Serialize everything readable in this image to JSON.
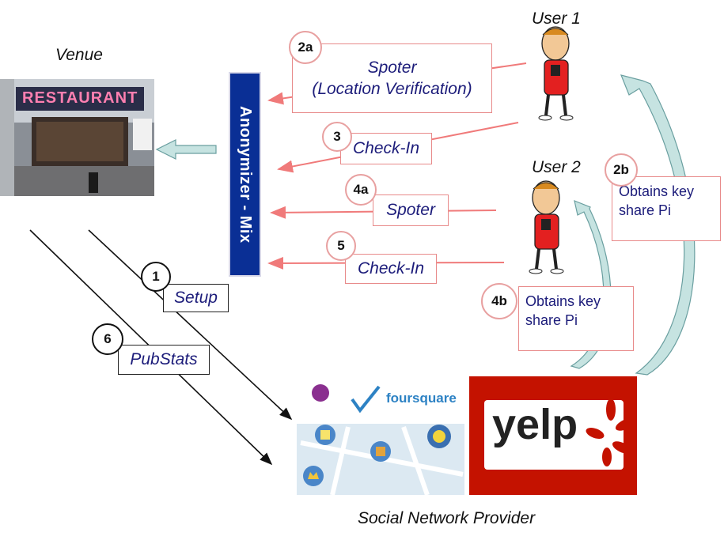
{
  "venue_label": "Venue",
  "restaurant_sign": "RESTAURANT",
  "anonymizer_label": "Anonymizer - Mix",
  "user1_label": "User 1",
  "user2_label": "User 2",
  "social_label": "Social Network Provider",
  "steps": {
    "s1": {
      "num": "1",
      "label": "Setup"
    },
    "s2a": {
      "num": "2a",
      "line1": "Spoter",
      "line2": "(Location Verification)"
    },
    "s2b": {
      "num": "2b",
      "label": "Obtains key share Pi"
    },
    "s3": {
      "num": "3",
      "label": "Check-In"
    },
    "s4a": {
      "num": "4a",
      "label": "Spoter"
    },
    "s4b": {
      "num": "4b",
      "label": "Obtains key share Pi"
    },
    "s5": {
      "num": "5",
      "label": "Check-In"
    },
    "s6": {
      "num": "6",
      "label": "PubStats"
    }
  },
  "logos": {
    "foursquare": "foursquare",
    "yelp": "yelp"
  },
  "colors": {
    "anonymizer": "#0a2f95",
    "arrow_red": "#f07a7a",
    "arrow_curve": "#bfe0de",
    "yelp": "#c41200",
    "box_text": "#1c1c7a"
  }
}
